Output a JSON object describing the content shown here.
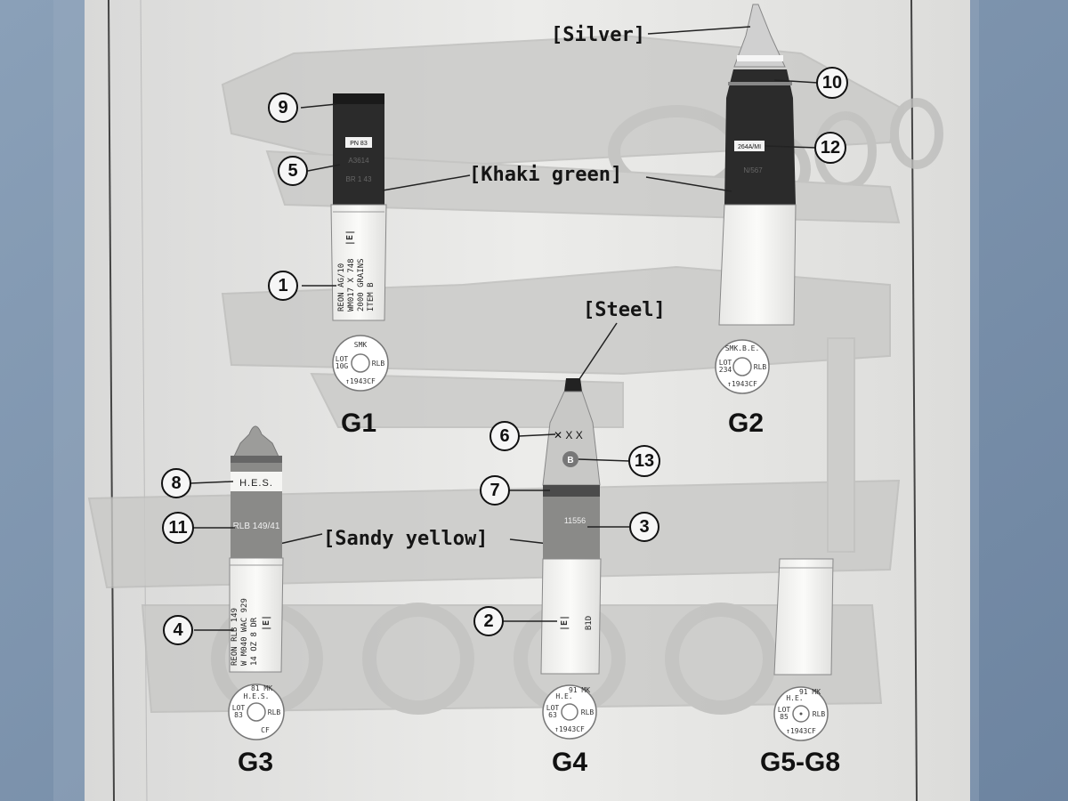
{
  "colors": {
    "background_blue": "#7f95ad",
    "sheet": "#e6e6e4",
    "khaki_green": "#2b2b2b",
    "sandy_yellow": "#8a8a88",
    "silver": "#bdbdbd",
    "steel": "#222222",
    "case": "#f4f4f2"
  },
  "color_callouts": {
    "silver": "[Silver]",
    "khaki_green": "[Khaki green]",
    "steel": "[Steel]",
    "sandy_yellow": "[Sandy yellow]"
  },
  "g1": {
    "name": "G1",
    "badges": [
      "9",
      "5",
      "1"
    ],
    "band_text": "PN 83",
    "shell_text": [
      "A3614",
      "BR 1 43"
    ],
    "case_mark": "|E|",
    "case_lines": [
      "REON     AG/10",
      "WM017 X 748",
      "2000 GRAINS",
      "ITEM B"
    ],
    "base_top": "SMK",
    "base_left": [
      "LOT",
      "10G"
    ],
    "base_right": "RLB",
    "base_bottom": "↑1943CF"
  },
  "g2": {
    "name": "G2",
    "badges": [
      "10",
      "12"
    ],
    "band_text": "264A/MI",
    "shell_text": [
      "N/567"
    ],
    "base_top": "SMK.B.E.",
    "base_left": [
      "LOT",
      "234"
    ],
    "base_right": "RLB",
    "base_bottom": "↑1943CF"
  },
  "g3": {
    "name": "G3",
    "badges": [
      "8",
      "11",
      "4"
    ],
    "band_text": "H.E.S.",
    "shell_text": "RLB 149/41",
    "case_mark": "|E|",
    "case_lines": [
      "REON  RLB  149",
      "W M040 WAC 929",
      "14 OZ 8 DR"
    ],
    "base_top": "H.E.S.",
    "base_small": "81 MK",
    "base_left": [
      "LOT",
      "83"
    ],
    "base_right": "RLB",
    "base_bottom": "CF"
  },
  "g4": {
    "name": "G4",
    "badges": [
      "6",
      "13",
      "7",
      "3",
      "2"
    ],
    "mark_x": "✕ X X",
    "mark_b": "B",
    "shell_text": "11556",
    "case_mark": "|E|",
    "case_side": "B1D",
    "base_top": "H.E.",
    "base_small": "91 MK",
    "base_left": [
      "LOT",
      "63"
    ],
    "base_right": "RLB",
    "base_bottom": "↑1943CF"
  },
  "g5": {
    "name": "G5-G8",
    "base_top": "H.E.",
    "base_small": "91 MK",
    "base_left": [
      "LOT",
      "85"
    ],
    "base_right": "RLB",
    "base_bottom": "↑1943CF"
  }
}
